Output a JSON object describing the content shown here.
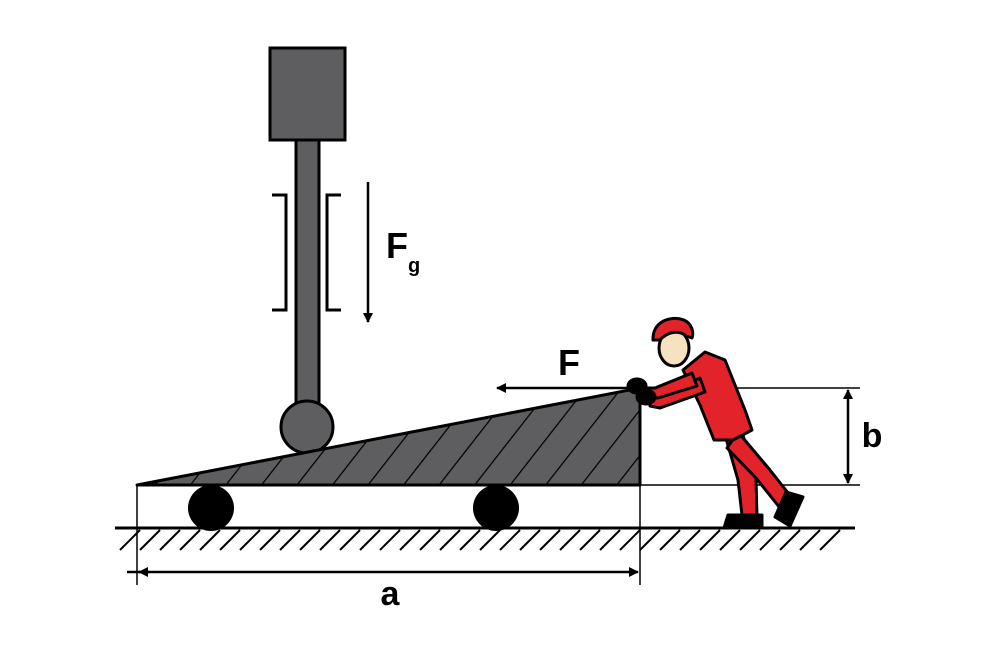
{
  "labels": {
    "gravity_force": "F",
    "gravity_force_subscript": "g",
    "push_force": "F",
    "height": "b",
    "length": "a"
  },
  "colors": {
    "part_fill": "#5e5e60",
    "worker_suit": "#e2232a",
    "skin": "#f6e2c0",
    "outline": "#000000",
    "background": "#ffffff"
  },
  "icons": {
    "worker": "worker-pushing-icon"
  }
}
